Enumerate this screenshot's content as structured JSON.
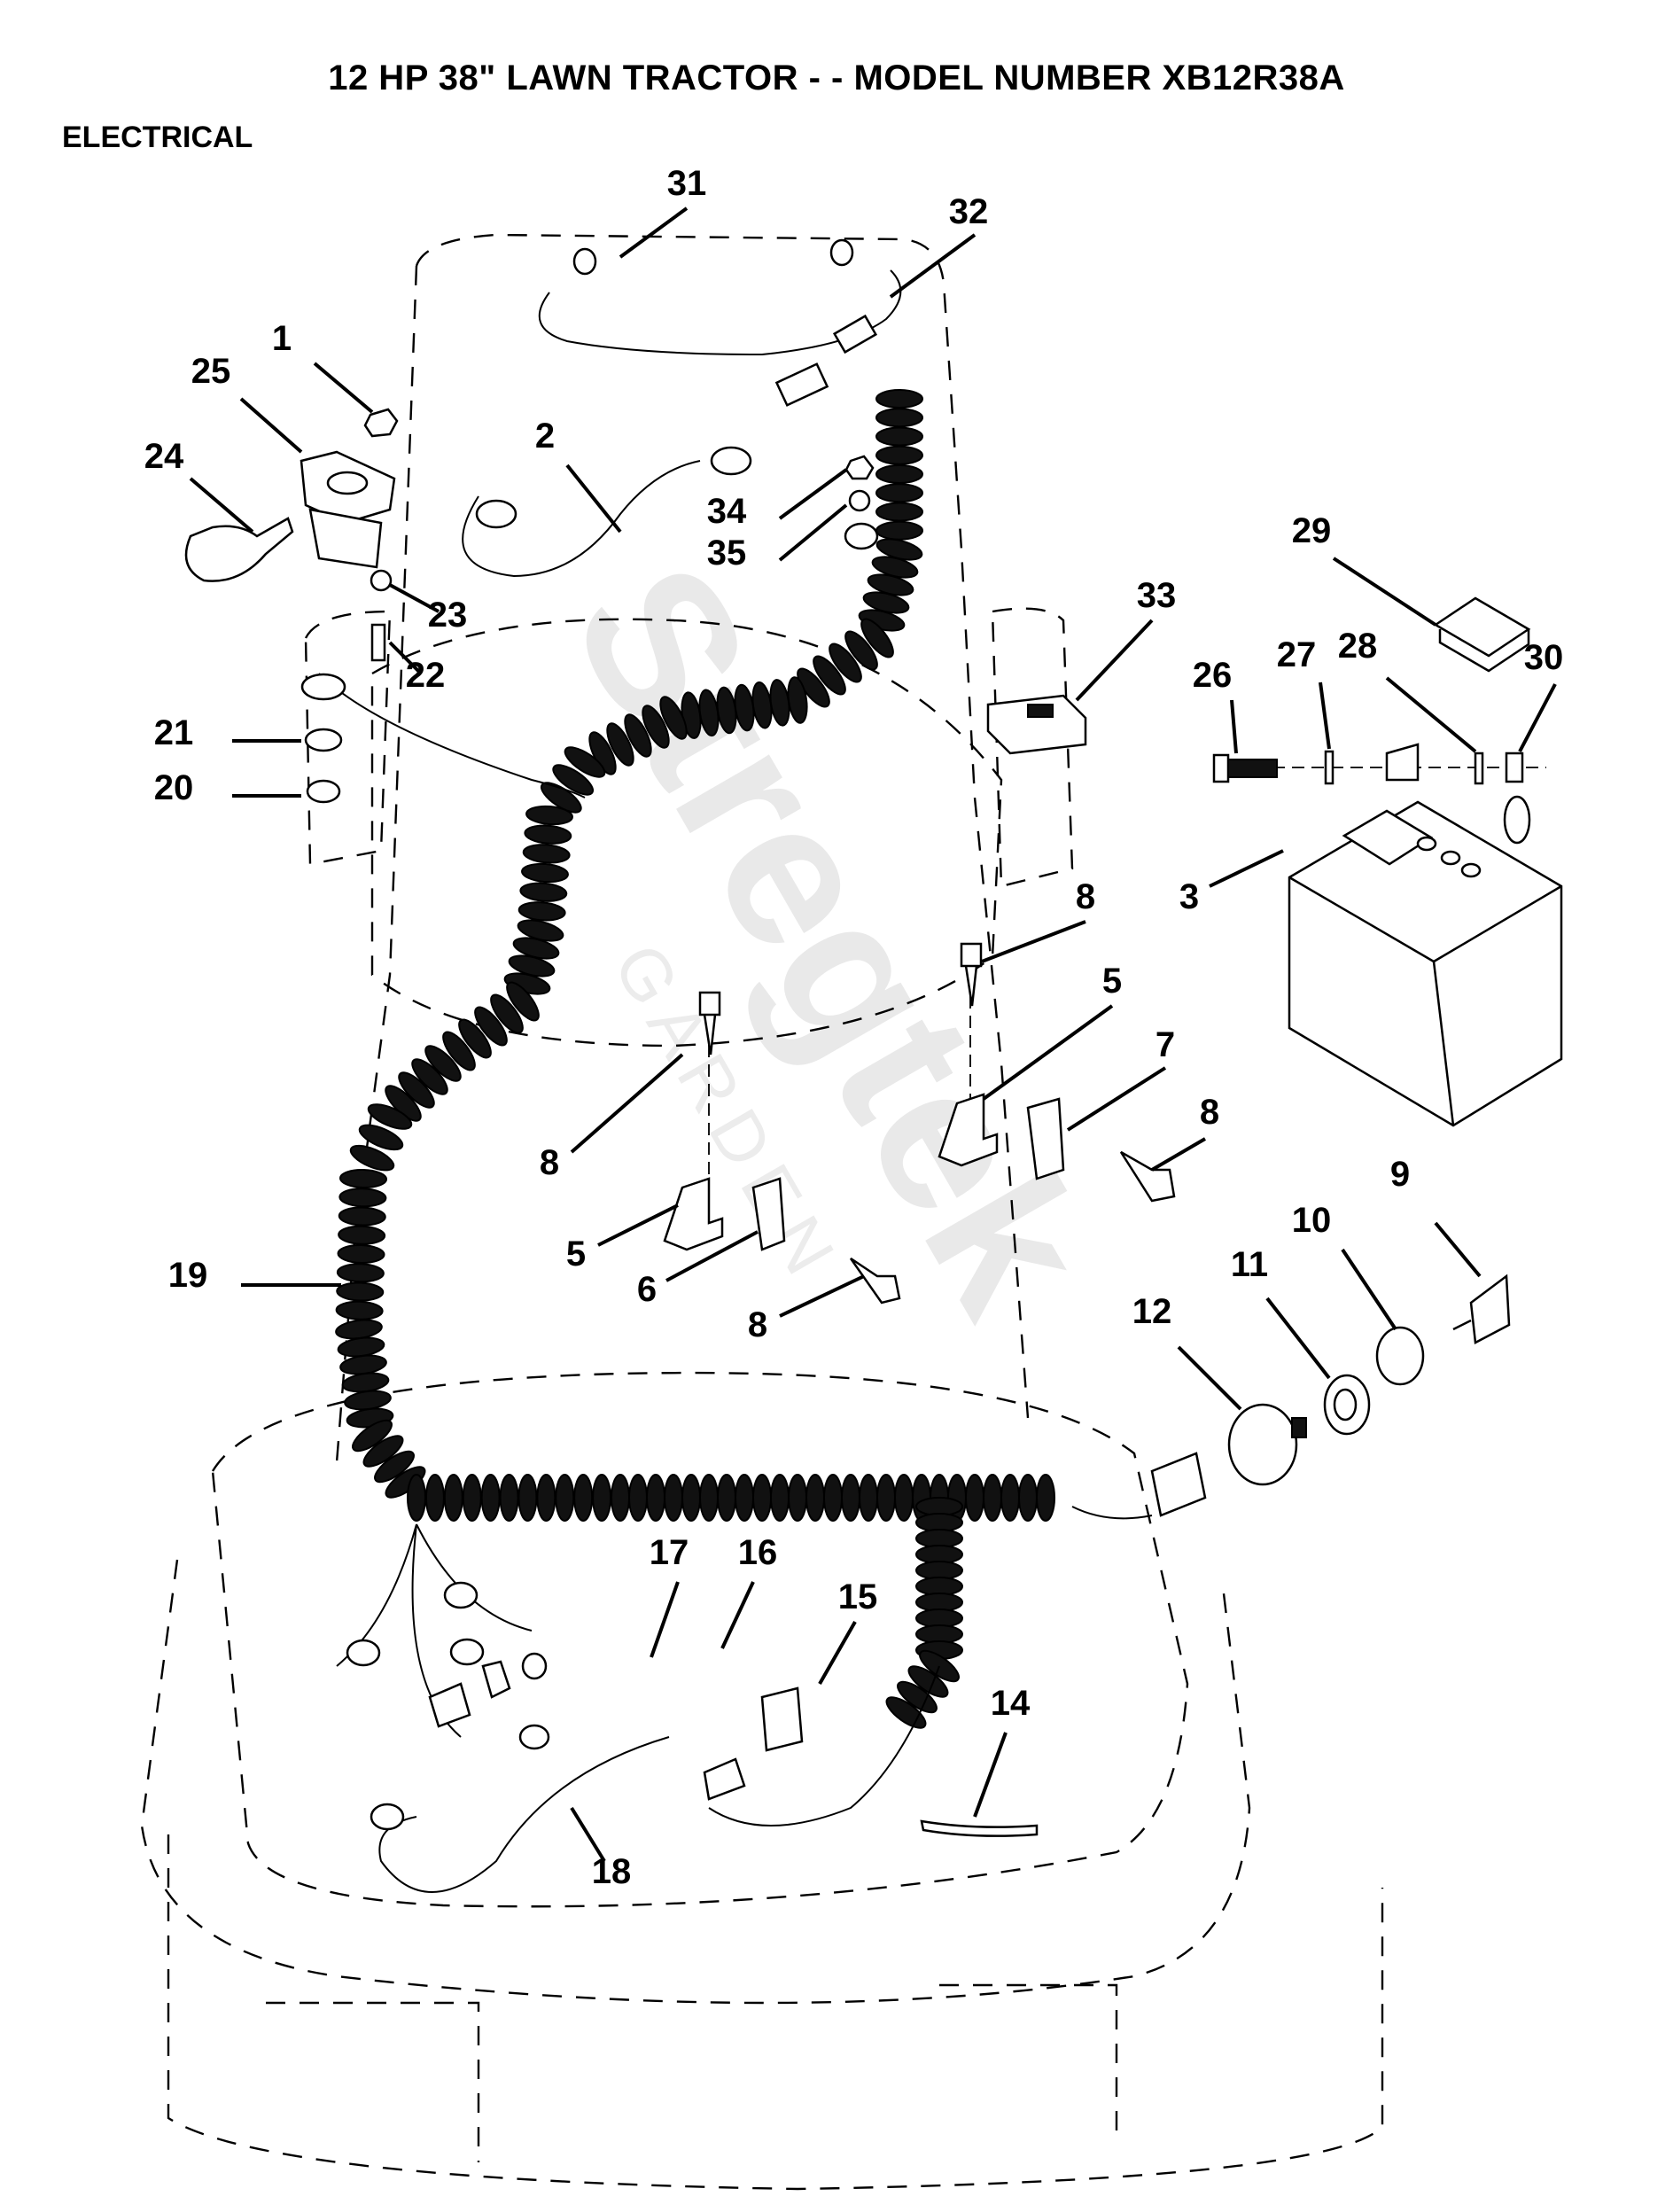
{
  "header": {
    "title": "12 HP 38\" LAWN TRACTOR - - MODEL NUMBER XB12R38A",
    "section": "ELECTRICAL"
  },
  "watermark": {
    "brand": "Stregtek",
    "sub": "GARDEN"
  },
  "callouts": [
    {
      "id": "c1",
      "label": "1",
      "part": "hex-nut"
    },
    {
      "id": "c2",
      "label": "2",
      "part": "ground-wire"
    },
    {
      "id": "c3",
      "label": "3",
      "part": "battery"
    },
    {
      "id": "c5a",
      "label": "5",
      "part": "switch-bracket"
    },
    {
      "id": "c5b",
      "label": "5",
      "part": "switch-bracket"
    },
    {
      "id": "c6",
      "label": "6",
      "part": "interlock-switch"
    },
    {
      "id": "c7",
      "label": "7",
      "part": "interlock-switch"
    },
    {
      "id": "c8a",
      "label": "8",
      "part": "screw"
    },
    {
      "id": "c8b",
      "label": "8",
      "part": "screw"
    },
    {
      "id": "c8c",
      "label": "8",
      "part": "screw"
    },
    {
      "id": "c8d",
      "label": "8",
      "part": "screw"
    },
    {
      "id": "c9",
      "label": "9",
      "part": "ignition-key"
    },
    {
      "id": "c10",
      "label": "10",
      "part": "bezel"
    },
    {
      "id": "c11",
      "label": "11",
      "part": "nut"
    },
    {
      "id": "c12",
      "label": "12",
      "part": "ignition-switch"
    },
    {
      "id": "c14",
      "label": "14",
      "part": "cable-tie"
    },
    {
      "id": "c15",
      "label": "15",
      "part": "seat-switch"
    },
    {
      "id": "c16",
      "label": "16",
      "part": "nut"
    },
    {
      "id": "c17",
      "label": "17",
      "part": "fuse"
    },
    {
      "id": "c18",
      "label": "18",
      "part": "wire-harness"
    },
    {
      "id": "c19",
      "label": "19",
      "part": "wire-harness-main"
    },
    {
      "id": "c20",
      "label": "20",
      "part": "nut"
    },
    {
      "id": "c21",
      "label": "21",
      "part": "washer"
    },
    {
      "id": "c22",
      "label": "22",
      "part": "bolt"
    },
    {
      "id": "c23",
      "label": "23",
      "part": "lock-washer"
    },
    {
      "id": "c24",
      "label": "24",
      "part": "terminal-cover"
    },
    {
      "id": "c25",
      "label": "25",
      "part": "solenoid"
    },
    {
      "id": "c26",
      "label": "26",
      "part": "bolt"
    },
    {
      "id": "c27",
      "label": "27",
      "part": "washer"
    },
    {
      "id": "c28",
      "label": "28",
      "part": "lock-washer"
    },
    {
      "id": "c29",
      "label": "29",
      "part": "battery-cover"
    },
    {
      "id": "c30",
      "label": "30",
      "part": "nut"
    },
    {
      "id": "c31",
      "label": "31",
      "part": "bulb"
    },
    {
      "id": "c32",
      "label": "32",
      "part": "light-harness"
    },
    {
      "id": "c33",
      "label": "33",
      "part": "light-switch"
    },
    {
      "id": "c34",
      "label": "34",
      "part": "hex-nut"
    },
    {
      "id": "c35",
      "label": "35",
      "part": "lock-washer"
    }
  ]
}
